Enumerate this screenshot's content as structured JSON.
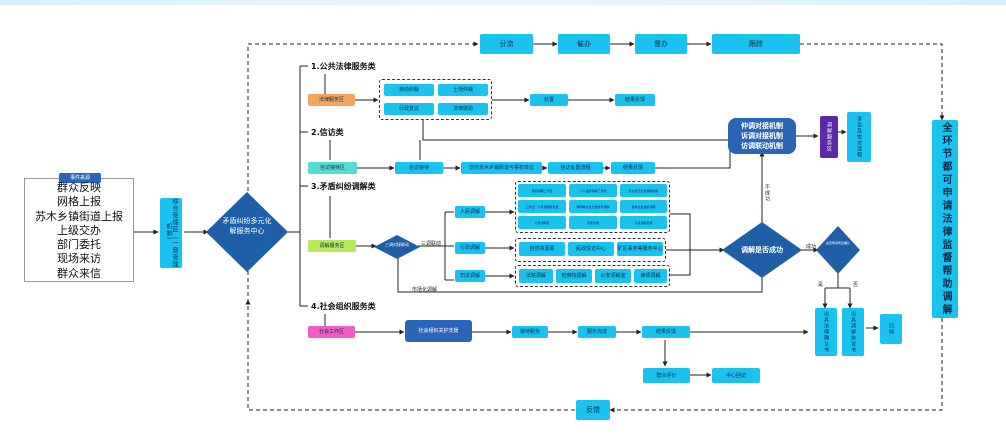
{
  "source_panel": {
    "header": "事件来源",
    "items": [
      "群众反映",
      "网格上报",
      "苏木乡镇街道上报",
      "上级交办",
      "部门委托",
      "现场来访",
      "群众来信"
    ]
  },
  "intake_center": "综合受理区（一窗受理机制）",
  "hub": "矛盾纠纷多元化解服务中心",
  "top_flow": [
    "分流",
    "催办",
    "督办",
    "跟踪"
  ],
  "feedback": "反馈",
  "right_bar": "全环节都可申请法律监督帮助调解",
  "sections": {
    "s1": {
      "title": "1.公共法律服务类",
      "area": "法律服务区",
      "items": [
        "劳动仲裁",
        "土地仲裁",
        "行政复议",
        "法律援助"
      ],
      "handle": "处置",
      "result": "结果反馈"
    },
    "s2": {
      "title": "2.信访类",
      "area": "信访接待区",
      "reception": "信访接待",
      "steps": [
        "交办苏木乡镇街道与事权单位",
        "信访处置流程",
        "结果反馈"
      ]
    },
    "s3": {
      "title": "3.矛盾纠纷调解类",
      "area": "调解服务区",
      "diamond_left": "三调对接联动",
      "three_link": "三调联动",
      "branches": [
        "人民调解",
        "行政调解",
        "司法调解"
      ],
      "people_items": [
        "专职调解工作室",
        "个人品牌调解工作室",
        "专业性行业性调解组织",
        "三所合一人民调解委员会",
        "律师等社会力量参与调解",
        "各类社会组织调解",
        "人民调解员",
        "专家咨询",
        "人民调解员库"
      ],
      "admin_items": [
        "自然资源局",
        "民政信访中心",
        "矿区事务等服务中心"
      ],
      "judicial_items": [
        "法院调解",
        "检察院调解",
        "公安调解室",
        "律师调解"
      ],
      "market": "市场化调解",
      "success_question": "调解是否成功",
      "success_label": "成功",
      "fail_label": "不成功",
      "mechanism": [
        "仲调对接机制",
        "诉调对接机制",
        "访调联动机制"
      ],
      "purple": "调解服务区",
      "review": "诉讼及信访流程",
      "judicial_confirm": "是否申请司法确认",
      "yes": "是",
      "no": "否",
      "confirm_apply": "出具法律确认书",
      "confirm_no": "出具调解协议书",
      "archive": "归档"
    },
    "s4": {
      "title": "4.社会组织服务类",
      "area": "社会工作区",
      "service": "社会组织关护支援",
      "steps": [
        "接待服务",
        "服务完成",
        "结果反馈"
      ],
      "followups": [
        "群众评价",
        "中心回访"
      ]
    }
  }
}
